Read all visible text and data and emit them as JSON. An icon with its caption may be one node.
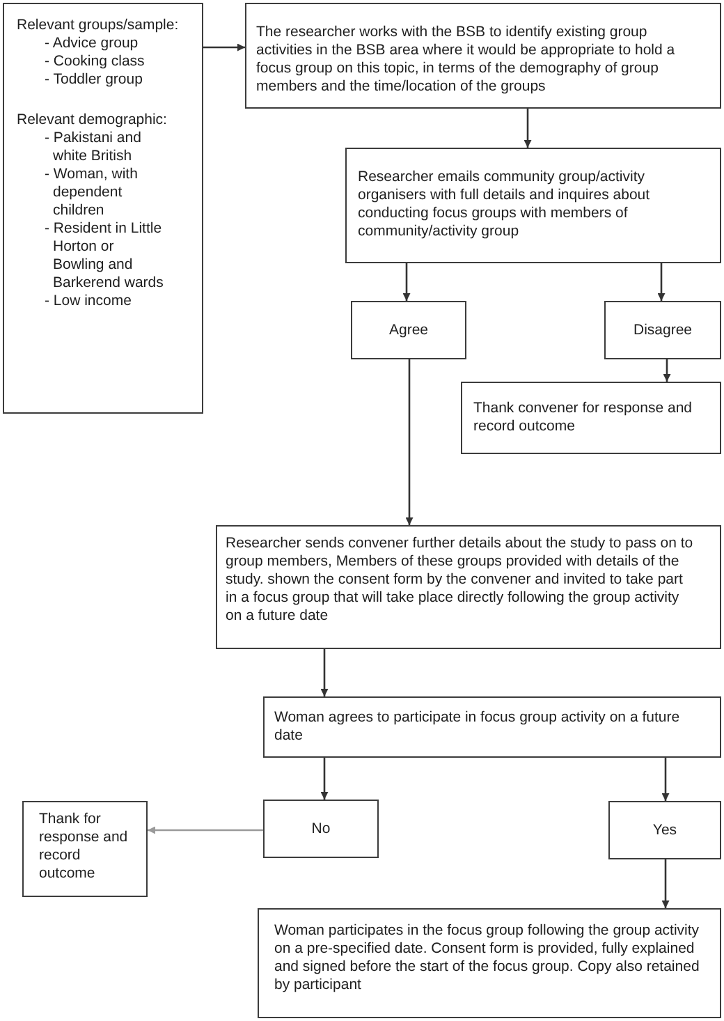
{
  "diagram": {
    "nodes": [
      {
        "text": [
          "Relevant groups/sample:",
          "- Advice group",
          "- Cooking class",
          "- Toddler group",
          "Relevant demographic:",
          "- Pakistani and white British",
          "- Woman, with dependent children",
          "- Resident in Little Horton or Bowling and Barkerend wards",
          "- Low income"
        ]
      },
      {
        "text": [
          "The researcher works with the BSB to identify existing group activities in the BSB area where it would be appropriate to hold a focus group on this topic, in terms of the demography of group members and the time/location of the groups"
        ]
      },
      {
        "text": [
          "Researcher emails community group/activity organisers with full details and inquires about conducting focus groups with members of community/activity group"
        ]
      },
      {
        "text": [
          "Agree"
        ]
      },
      {
        "text": [
          "Disagree"
        ]
      },
      {
        "text": [
          "Thank convener for response and record outcome"
        ]
      },
      {
        "text": [
          "Researcher sends convener further details about the study to pass on to group members, Members of these groups provided with details of the study. shown the consent form by the convener and invited to take part in a focus group that will take place directly following the group activity on a future date"
        ]
      },
      {
        "text": [
          "Woman agrees to participate in focus group activity on a future date"
        ]
      },
      {
        "text": [
          "No"
        ]
      },
      {
        "text": [
          "Yes"
        ]
      },
      {
        "text": [
          "Thank for response and record outcome"
        ]
      },
      {
        "text": [
          "Woman participates in the focus group following the group activity on a pre-specified date. Consent form is provided, fully explained and signed before the start of the focus group. Copy also retained by participant"
        ]
      }
    ],
    "edges": [
      {
        "from": 0,
        "to": 1,
        "arrow": "to"
      },
      {
        "from": 1,
        "to": 2,
        "arrow": "to"
      },
      {
        "from": 2,
        "to": 3,
        "arrow": "to"
      },
      {
        "from": 2,
        "to": 4,
        "arrow": "to"
      },
      {
        "from": 4,
        "to": 5,
        "arrow": "to"
      },
      {
        "from": 3,
        "to": 6,
        "arrow": "to"
      },
      {
        "from": 6,
        "to": 7,
        "arrow": "to"
      },
      {
        "from": 7,
        "to": 8,
        "arrow": "to"
      },
      {
        "from": 7,
        "to": 9,
        "arrow": "to"
      },
      {
        "from": 8,
        "to": 10,
        "arrow": "to",
        "color": "#9a9a9a"
      },
      {
        "from": 9,
        "to": 11,
        "arrow": "to"
      }
    ]
  }
}
